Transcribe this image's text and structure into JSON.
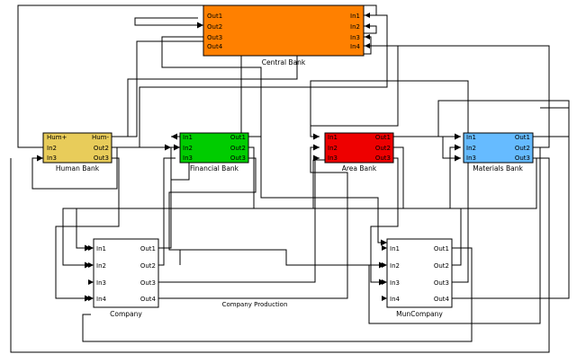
{
  "blocks": [
    {
      "id": "central",
      "name": "Central Bank",
      "color": "#ff8000",
      "inputs": [
        "In1",
        "In2",
        "In3",
        "In4"
      ],
      "outputs": [
        "Out1",
        "Out2",
        "Out3",
        "Out4"
      ]
    },
    {
      "id": "human",
      "name": "Human Bank",
      "color": "#e8cc5a",
      "inputs": [
        "Hum+",
        "In2",
        "In3"
      ],
      "outputs": [
        "Hum-",
        "Out2",
        "Out3"
      ]
    },
    {
      "id": "financial",
      "name": "Financial Bank",
      "color": "#00cc00",
      "inputs": [
        "In1",
        "In2",
        "In3"
      ],
      "outputs": [
        "Out1",
        "Out2",
        "Out3"
      ]
    },
    {
      "id": "area",
      "name": "Area Bank",
      "color": "#ee0000",
      "inputs": [
        "In1",
        "In2",
        "In3"
      ],
      "outputs": [
        "Out1",
        "Out2",
        "Out3"
      ]
    },
    {
      "id": "materials",
      "name": "Materials Bank",
      "color": "#66bbff",
      "inputs": [
        "In1",
        "In2",
        "In3"
      ],
      "outputs": [
        "Out1",
        "Out2",
        "Out3"
      ]
    },
    {
      "id": "company",
      "name": "Company",
      "color": "#ffffff",
      "inputs": [
        "In1",
        "In2",
        "In3",
        "In4"
      ],
      "outputs": [
        "Out1",
        "Out2",
        "Out3",
        "Out4"
      ]
    },
    {
      "id": "muncompany",
      "name": "MunCompany",
      "color": "#ffffff",
      "inputs": [
        "In1",
        "In2",
        "In3",
        "In4"
      ],
      "outputs": [
        "Out1",
        "Out2",
        "Out3",
        "Out4"
      ]
    }
  ],
  "signal_label": "Company Production"
}
